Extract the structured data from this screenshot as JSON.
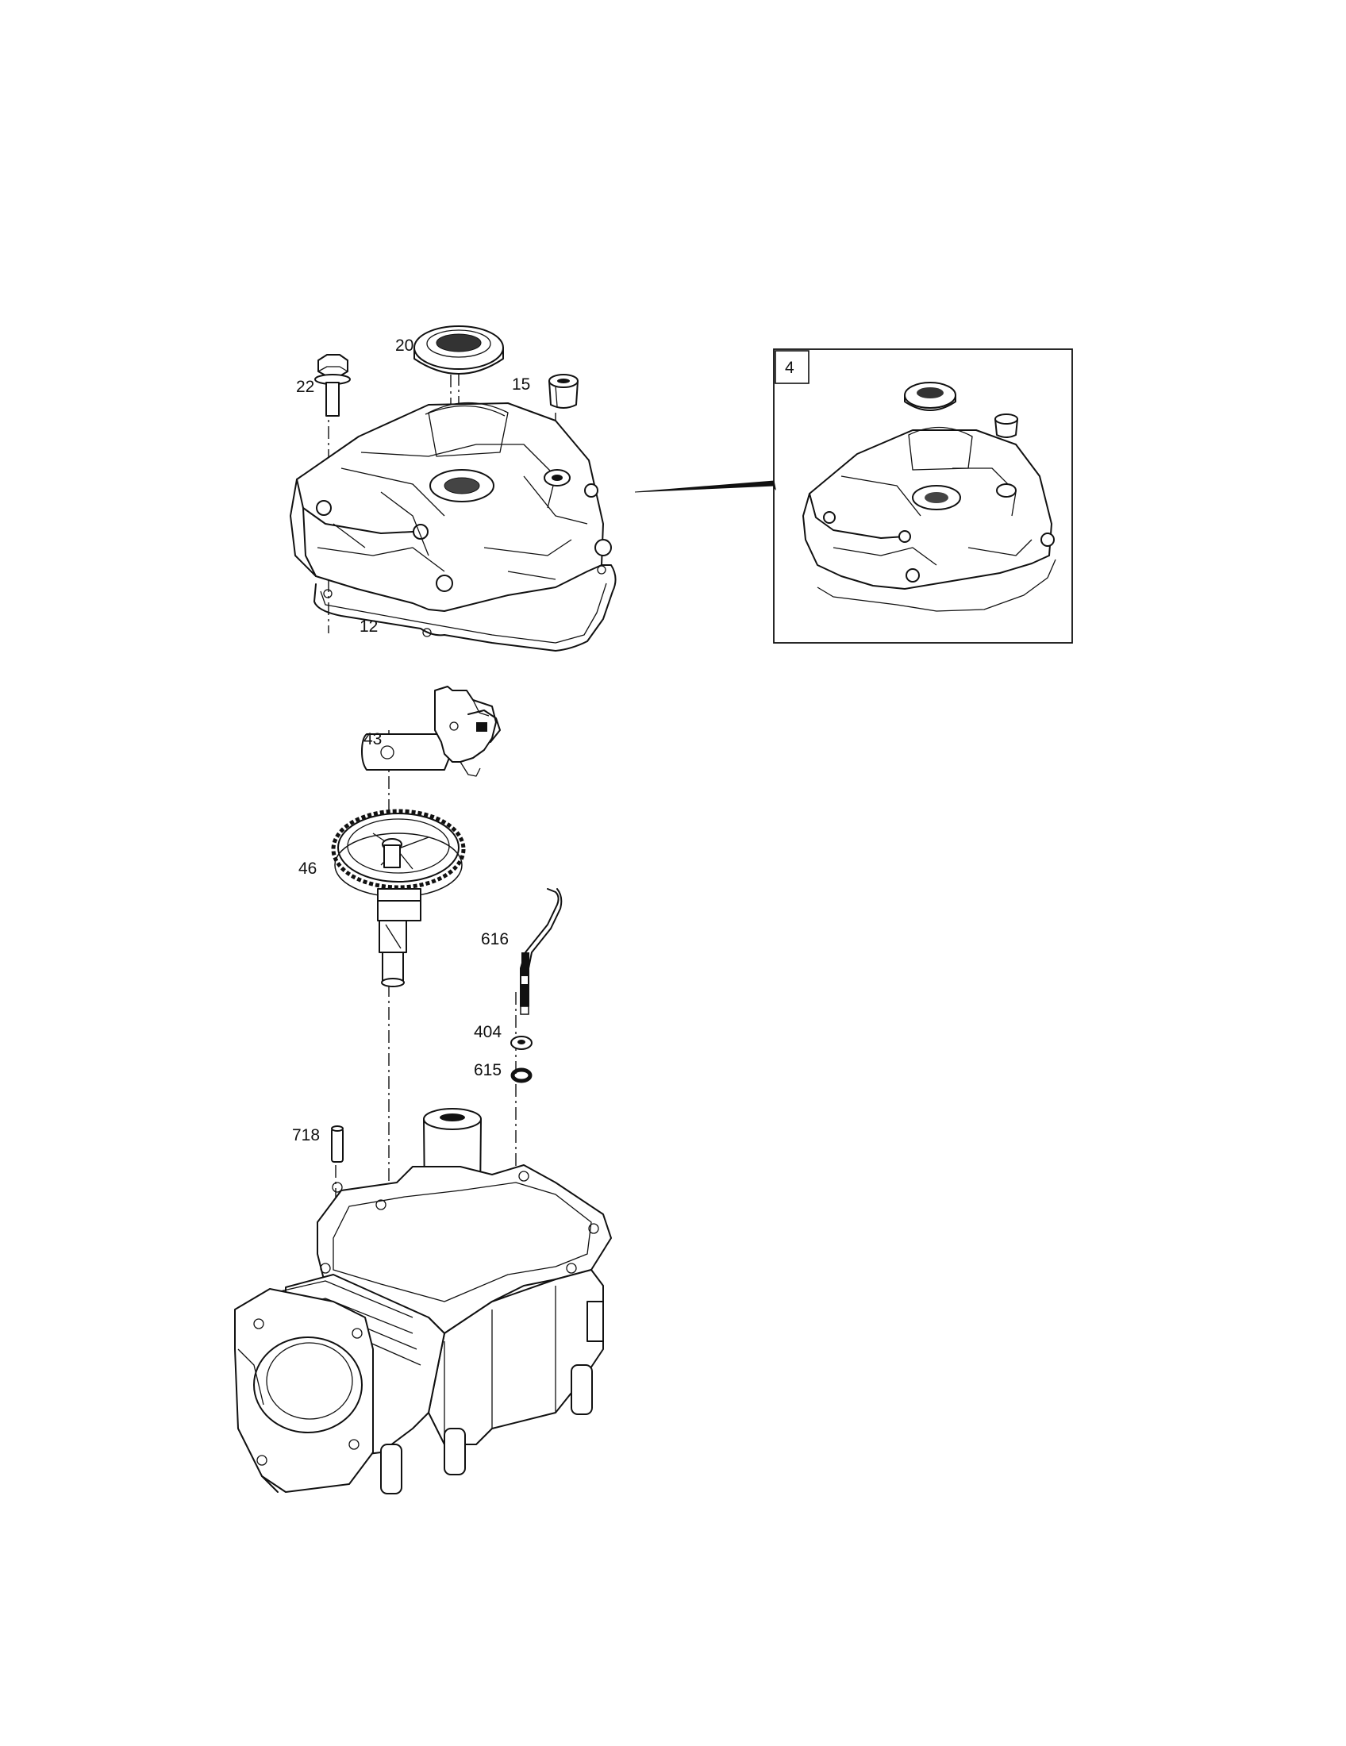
{
  "diagram": {
    "callouts": {
      "c20": "20",
      "c22": "22",
      "c15": "15",
      "c12": "12",
      "c4": "4",
      "c43": "43",
      "c46": "46",
      "c616": "616",
      "c404": "404",
      "c615": "615",
      "c718": "718"
    }
  }
}
